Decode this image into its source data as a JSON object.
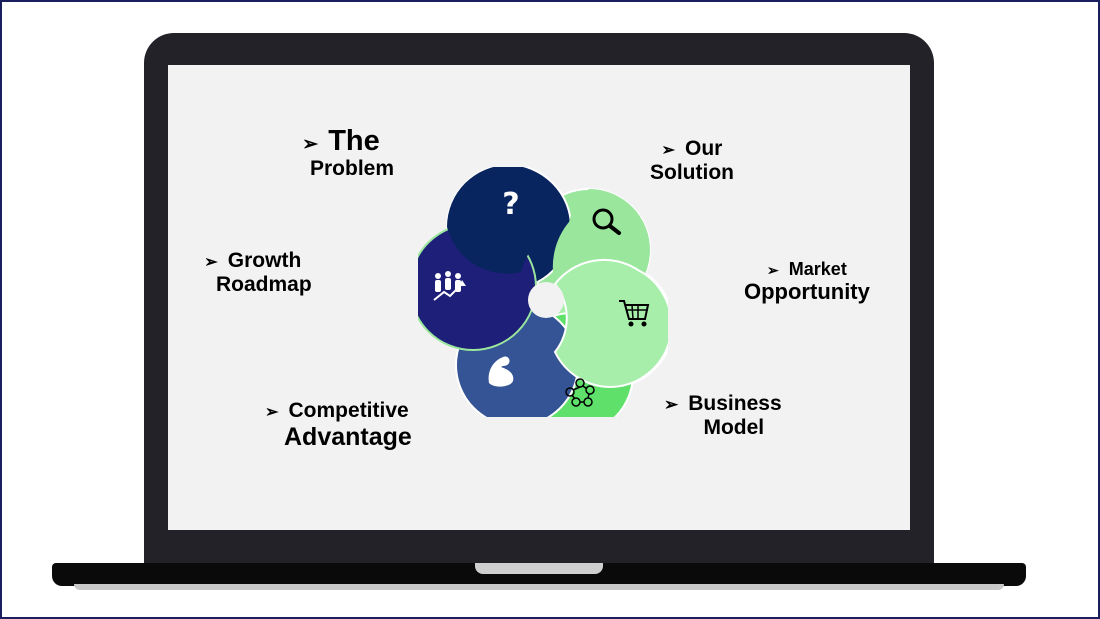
{
  "labels": {
    "problem": {
      "line1": "The",
      "line2": "Problem"
    },
    "solution": {
      "line1": "Our",
      "line2": "Solution"
    },
    "market": {
      "line1": "Market",
      "line2": "Opportunity"
    },
    "business": {
      "line1": "Business",
      "line2": "Model"
    },
    "competitive": {
      "line1": "Competitive",
      "line2": "Advantage"
    },
    "growth": {
      "line1": "Growth",
      "line2": "Roadmap"
    }
  },
  "arrow_glyph": "➢",
  "colors": {
    "navy": "#082560",
    "indigo": "#1d1f78",
    "steel_blue": "#355496",
    "green": "#5ee06a",
    "mint": "#9be69d",
    "light_mint": "#a7eeaa",
    "laptop": "#222228",
    "screen": "#f2f2f2"
  },
  "icons": [
    "question-mark-icon",
    "magnifier-icon",
    "shopping-cart-icon",
    "network-icon",
    "flexed-arm-icon",
    "team-growth-icon"
  ]
}
